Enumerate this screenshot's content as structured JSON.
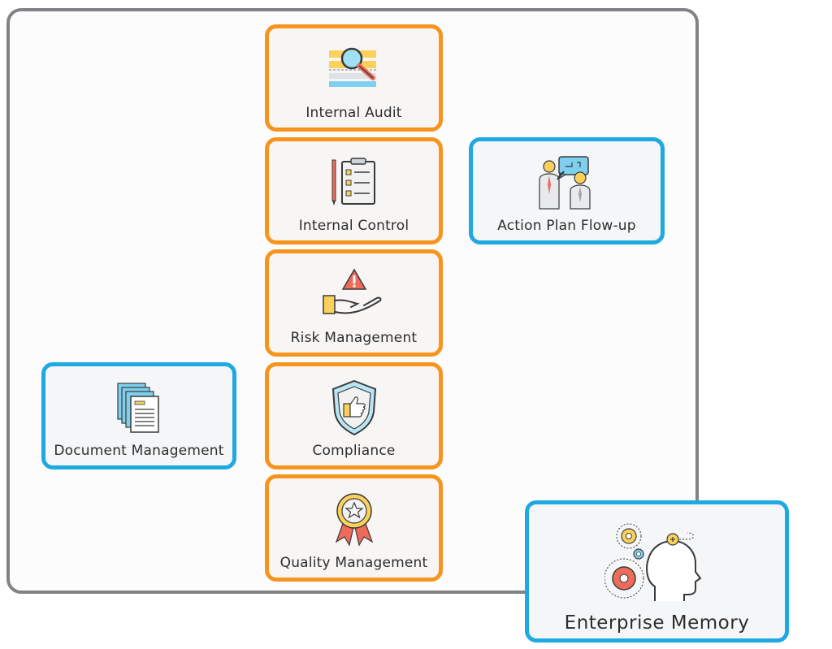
{
  "modules": {
    "internal_audit": "Internal Audit",
    "internal_control": "Internal Control",
    "risk_management": "Risk Management",
    "compliance": "Compliance",
    "quality_management": "Quality Management",
    "action_plan": "Action Plan Flow-up",
    "document_management": "Document Management",
    "enterprise_memory": "Enterprise Memory"
  },
  "colors": {
    "core_border": "#f7941d",
    "satellite_border": "#1fa9e1",
    "frame_border": "#808285"
  },
  "icons": {
    "internal_audit": "magnifier-document-icon",
    "internal_control": "clipboard-checklist-icon",
    "risk_management": "hand-warning-icon",
    "compliance": "shield-thumbs-up-icon",
    "quality_management": "award-ribbon-icon",
    "action_plan": "presentation-people-icon",
    "document_management": "documents-stack-icon",
    "enterprise_memory": "head-gears-icon"
  }
}
